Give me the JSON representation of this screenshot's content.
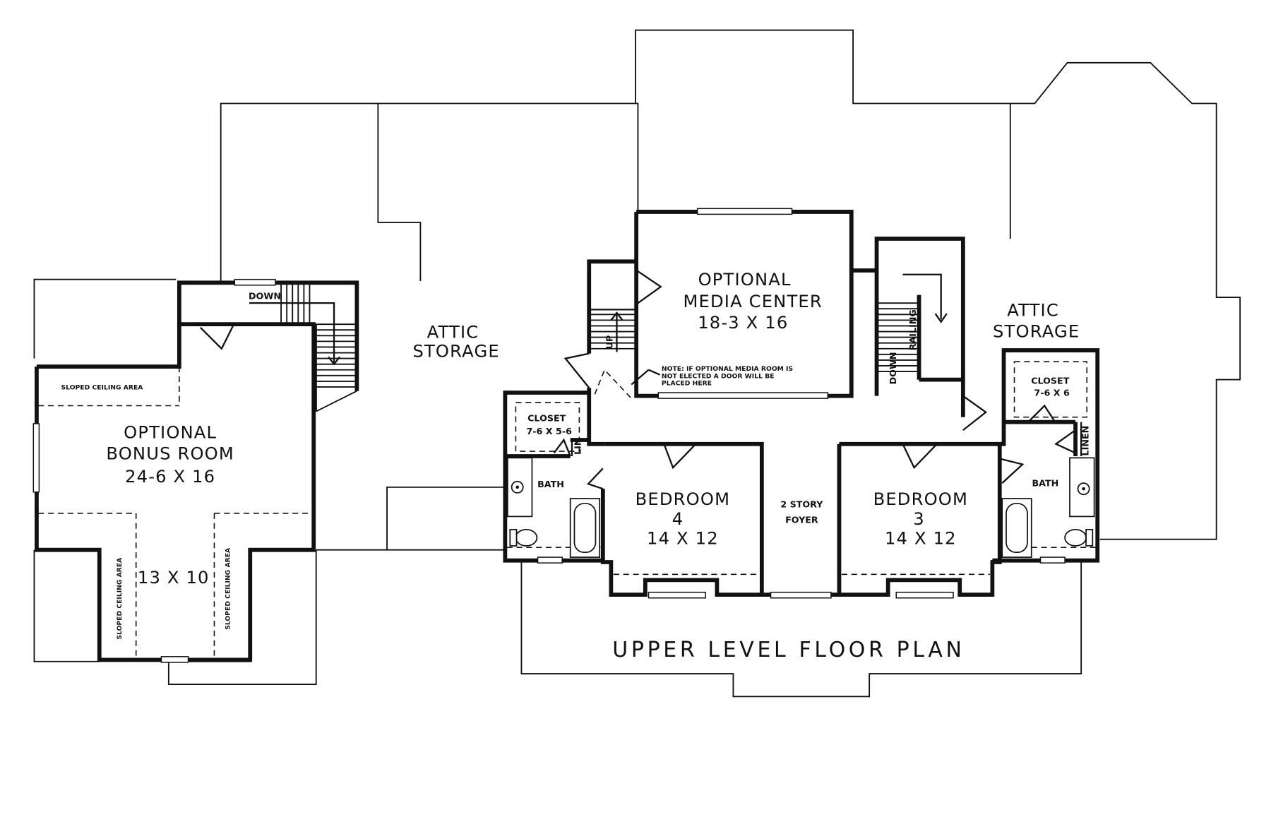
{
  "plan": {
    "title": "UPPER  LEVEL  FLOOR  PLAN",
    "rooms": {
      "bonus": {
        "name": "OPTIONAL",
        "name2": "BONUS  ROOM",
        "size": "24-6 X 16",
        "size2": "13 X 10"
      },
      "media": {
        "name": "OPTIONAL",
        "name2": "MEDIA CENTER",
        "size": "18-3 X 16"
      },
      "attic_left": {
        "name": "ATTIC",
        "name2": "STORAGE"
      },
      "attic_right": {
        "name": "ATTIC",
        "name2": "STORAGE"
      },
      "bed4": {
        "name": "BEDROOM",
        "num": "4",
        "size": "14 X 12"
      },
      "bed3": {
        "name": "BEDROOM",
        "num": "3",
        "size": "14 X 12"
      },
      "foyer": {
        "name": "2 STORY",
        "name2": "FOYER"
      },
      "closet_left": {
        "name": "CLOSET",
        "size": "7-6 X 5-6"
      },
      "closet_right": {
        "name": "CLOSET",
        "size": "7-6 X 6"
      },
      "bath_left": "BATH",
      "bath_right": "BATH",
      "lin": "LIN",
      "linen": "LINEN"
    },
    "labels": {
      "sloped_top": "SLOPED CEILING AREA",
      "sloped_left": "SLOPED CEILING AREA",
      "sloped_right": "SLOPED CEILING AREA",
      "down_bonus": "DOWN",
      "down_right": "DOWN",
      "up": "UP",
      "railing": "RAILING",
      "note1": "NOTE: IF OPTIONAL MEDIA ROOM IS",
      "note2": "NOT ELECTED A DOOR WILL BE",
      "note3": "PLACED HERE"
    }
  }
}
